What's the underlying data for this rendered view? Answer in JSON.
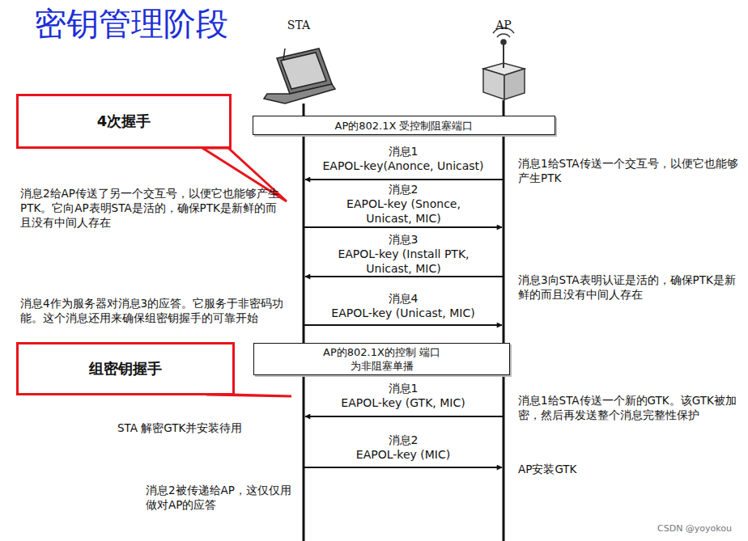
{
  "diagram": {
    "title": "密钥管理阶段",
    "nodes": [
      {
        "text": [
          "4次握手"
        ]
      },
      {
        "text": [
          "AP的802.1X 受控制阻塞端口"
        ]
      },
      {
        "text": [
          "AP的802.1X的控制 端口为非阻塞单播"
        ]
      },
      {
        "text": [
          "组密钥握手"
        ]
      }
    ],
    "labels": [
      "STA",
      "AP",
      "消息1",
      "EAPOL-key(Anonce, Unicast)",
      "消息1给STA传送一个交互号，以便它也能够产生PTK",
      "消息2给AP传送了另一个交互号，以便它也能够产生PTK。它向AP表明STA是活的，确保PTK是新鲜的而且没有中间人存在",
      "消息2",
      "EAPOL-key (Snonce, Unicast, MIC)",
      "消息3",
      "EAPOL-key (Install PTK, Unicast, MIC)",
      "消息3向STA表明认证是活的，确保PTK是新鲜的而且没有中间人存在",
      "消息4",
      "EAPOL-key (Unicast, MIC)",
      "消息4作为服务器对消息3的应答。它服务于非密码功能。这个消息还用来确保组密钥握手的可靠开始",
      "消息1",
      "EAPOL-key (GTK, MIC)",
      "消息1给STA传送一个新的GTK。该GTK被加密，然后再发送整个消息完整性保护",
      "STA 解密GTK并安装待用",
      "消息2",
      "EAPOL-key (MIC)",
      "AP安装GTK",
      "消息2被传递给AP，这仅仅用做对AP的应答",
      "CSDN @yoyokou"
    ]
  }
}
